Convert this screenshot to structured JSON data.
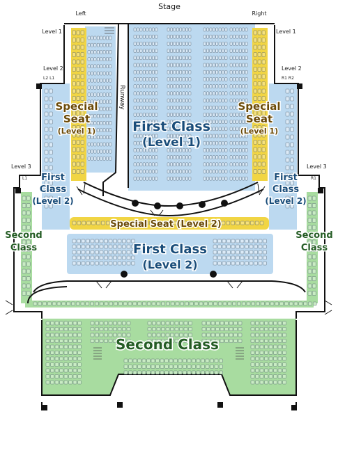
{
  "header": {
    "stage": "Stage",
    "left": "Left",
    "right": "Right"
  },
  "levels": {
    "level1_left": "Level 1",
    "level1_right": "Level 1",
    "level2_left": "Level 2",
    "level2_right": "Level 2",
    "level3_left": "Level 3",
    "level3_right": "Level 3"
  },
  "box_codes": {
    "l2l1": "L2 L1",
    "r1r2": "R1 R2",
    "l1": "L1",
    "r1": "R1"
  },
  "runway": "Runway",
  "zones": {
    "first_class_l1_a": "First Class",
    "first_class_l1_b": "(Level 1)",
    "special_left_a": "Special",
    "special_left_b": "Seat",
    "special_left_c": "(Level 1)",
    "special_right_a": "Special",
    "special_right_b": "Seat",
    "special_right_c": "(Level 1)",
    "first_left_a": "First",
    "first_left_b": "Class",
    "first_left_c": "(Level 2)",
    "first_right_a": "First",
    "first_right_b": "Class",
    "first_right_c": "(Level 2)",
    "second_left_a": "Second",
    "second_left_b": "Class",
    "second_right_a": "Second",
    "second_right_b": "Class",
    "special_l2": "Special Seat (Level 2)",
    "first_class_l2_a": "First Class",
    "first_class_l2_b": "(Level 2)",
    "second_class_main": "Second Class"
  },
  "colors": {
    "first_class": "#bcd9f0",
    "special_seat": "#f1d544",
    "second_class": "#a8dca0",
    "seat_blue": "#dbeaf7",
    "seat_yellow": "#f7e27a",
    "seat_green": "#c9ecc3",
    "wall": "#111111"
  },
  "icons": [
    "door-icon",
    "pillar-icon",
    "stair-icon"
  ]
}
